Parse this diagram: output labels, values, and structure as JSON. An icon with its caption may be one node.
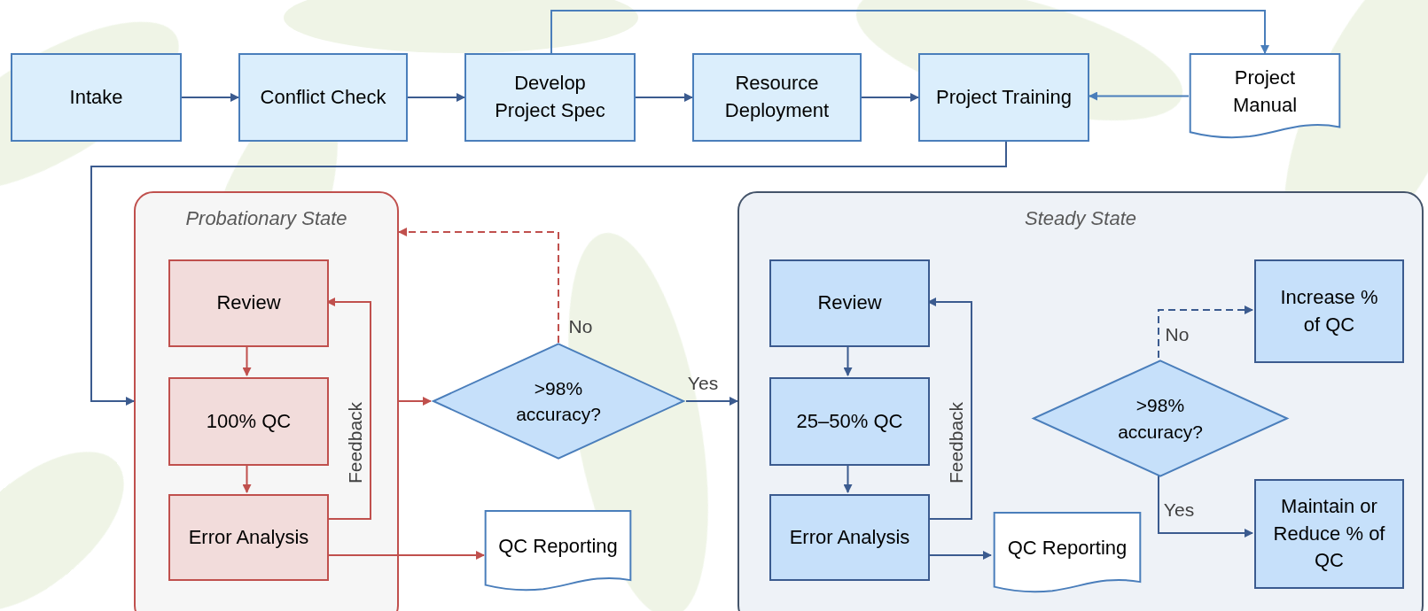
{
  "diagram": {
    "nodes": [
      {
        "text": [
          "Intake"
        ]
      },
      {
        "text": [
          "Conflict Check"
        ]
      },
      {
        "text": [
          "Develop Project Spec"
        ]
      },
      {
        "text": [
          "Resource Deployment"
        ]
      },
      {
        "text": [
          "Project Training"
        ]
      },
      {
        "text": [
          "Project Manual"
        ]
      },
      {
        "text": [
          "Probationary State"
        ]
      },
      {
        "text": [
          "Review"
        ],
        "in": 6
      },
      {
        "text": [
          "100% QC"
        ],
        "in": 6
      },
      {
        "text": [
          "Error Analysis"
        ],
        "in": 6
      },
      {
        "text": [
          ">98% accuracy?"
        ]
      },
      {
        "text": [
          "QC Reporting"
        ]
      },
      {
        "text": [
          "Steady State"
        ]
      },
      {
        "text": [
          "Review"
        ],
        "in": 12
      },
      {
        "text": [
          "25–50% QC"
        ],
        "in": 12
      },
      {
        "text": [
          "Error Analysis"
        ],
        "in": 12
      },
      {
        "text": [
          "QC Reporting"
        ],
        "in": 12
      },
      {
        "text": [
          ">98% accuracy?"
        ],
        "in": 12
      },
      {
        "text": [
          "Increase % of QC"
        ],
        "in": 12
      },
      {
        "text": [
          "Maintain or Reduce % of QC"
        ],
        "in": 12
      }
    ],
    "edges": [
      {
        "from": 0,
        "to": 1,
        "arrow": "to"
      },
      {
        "from": 1,
        "to": 2,
        "arrow": "to"
      },
      {
        "from": 2,
        "to": 3,
        "arrow": "to"
      },
      {
        "from": 3,
        "to": 4,
        "arrow": "to"
      },
      {
        "from": 2,
        "to": 5,
        "arrow": "to",
        "color": "#4a7ebb"
      },
      {
        "from": 5,
        "to": 4,
        "arrow": "to",
        "color": "#4a7ebb"
      },
      {
        "from": 4,
        "to": 6,
        "arrow": "to"
      },
      {
        "from": 7,
        "to": 8,
        "arrow": "to",
        "color": "#c0504d"
      },
      {
        "from": 8,
        "to": 9,
        "arrow": "to",
        "color": "#c0504d"
      },
      {
        "from": 9,
        "to": 7,
        "arrow": "to",
        "label": "Feedback",
        "color": "#c0504d"
      },
      {
        "from": 6,
        "to": 10,
        "arrow": "to",
        "color": "#c0504d"
      },
      {
        "from": 10,
        "to": 6,
        "arrow": "to",
        "label": "No",
        "style": "dashed",
        "color": "#c0504d"
      },
      {
        "from": 10,
        "to": 12,
        "arrow": "to",
        "label": "Yes"
      },
      {
        "from": 9,
        "to": 11,
        "arrow": "to",
        "color": "#c0504d"
      },
      {
        "from": 13,
        "to": 14,
        "arrow": "to"
      },
      {
        "from": 14,
        "to": 15,
        "arrow": "to"
      },
      {
        "from": 15,
        "to": 13,
        "arrow": "to",
        "label": "Feedback"
      },
      {
        "from": 15,
        "to": 16,
        "arrow": "to"
      },
      {
        "from": 17,
        "to": 18,
        "arrow": "to",
        "label": "No",
        "style": "dashed"
      },
      {
        "from": 17,
        "to": 19,
        "arrow": "to",
        "label": "Yes"
      }
    ]
  }
}
